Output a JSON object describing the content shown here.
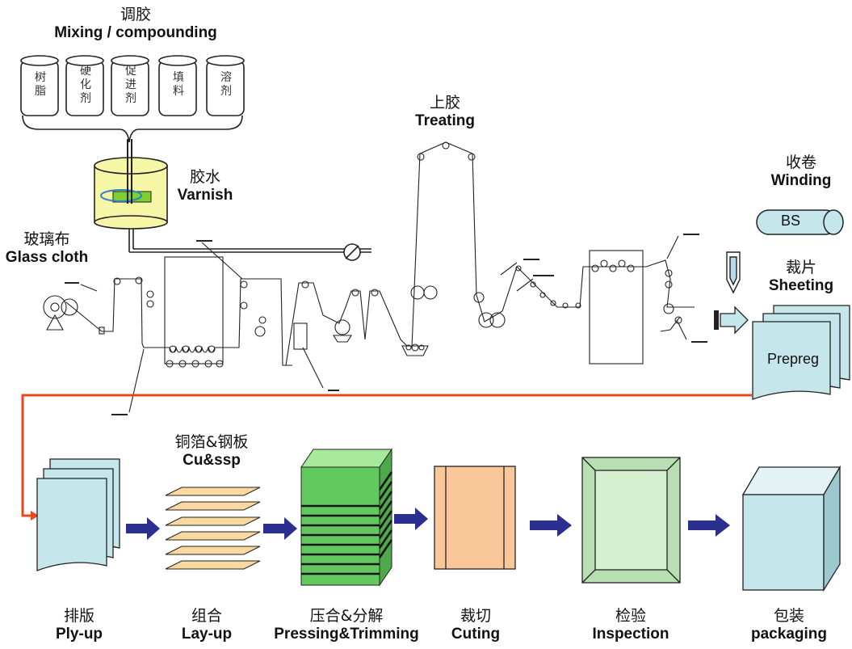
{
  "mixing": {
    "zh": "调胶",
    "en": "Mixing / compounding",
    "drums": [
      [
        "树",
        "脂"
      ],
      [
        "硬",
        "化",
        "剂"
      ],
      [
        "促",
        "进",
        "剂"
      ],
      [
        "填",
        "料"
      ],
      [
        "溶",
        "剂"
      ]
    ]
  },
  "varnish": {
    "zh": "胶水",
    "en": "Varnish"
  },
  "glass_cloth": {
    "zh": "玻璃布",
    "en": "Glass cloth"
  },
  "treating": {
    "zh": "上胶",
    "en": "Treating"
  },
  "winding": {
    "zh": "收卷",
    "en": "Winding",
    "roll_label": "BS"
  },
  "sheeting": {
    "zh": "裁片",
    "en": "Sheeting",
    "stack_label": "Prepreg"
  },
  "cu_ssp": {
    "zh": "铜箔&钢板",
    "en": "Cu&ssp"
  },
  "steps": [
    {
      "zh": "排版",
      "en": "Ply-up"
    },
    {
      "zh": "组合",
      "en": "Lay-up"
    },
    {
      "zh": "压合&分解",
      "en": "Pressing&Trimming"
    },
    {
      "zh": "裁切",
      "en": "Cuting"
    },
    {
      "zh": "检验",
      "en": "Inspection"
    },
    {
      "zh": "包装",
      "en": "packaging"
    }
  ],
  "colors": {
    "flow_line": "#e8471c",
    "arrow": "#2b2f8f",
    "varnish": "#f7f5a6",
    "green": "#62c95e",
    "cutting": "#f9c79a",
    "inspection": "#d5f0cf",
    "pack": "#c5e6ea"
  }
}
